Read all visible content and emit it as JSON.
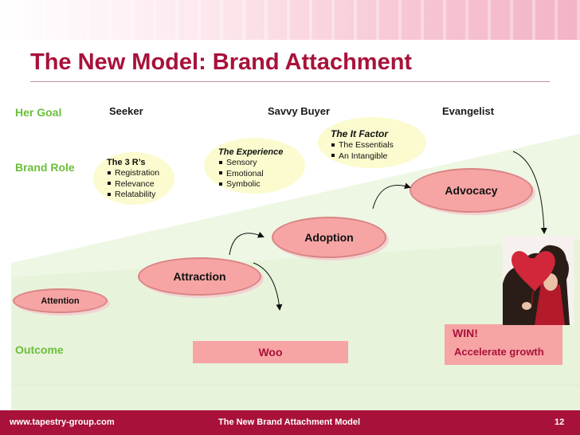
{
  "slide": {
    "title": "The New Model: Brand Attachment",
    "colors": {
      "accent": "#a8123a",
      "green": "#6bbf3a",
      "stage_fill": "#f7a4a4",
      "bubble_fill": "#fbfbcf"
    }
  },
  "rows": {
    "her_goal": "Her Goal",
    "brand_role": "Brand Role",
    "outcome": "Outcome"
  },
  "columns": [
    "Seeker",
    "Savvy Buyer",
    "Evangelist"
  ],
  "bubbles": {
    "three_rs": {
      "title": "The 3 R’s",
      "items": [
        "Registration",
        "Relevance",
        "Relatability"
      ]
    },
    "experience": {
      "title": "The Experience",
      "items": [
        "Sensory",
        "Emotional",
        "Symbolic"
      ]
    },
    "it_factor": {
      "title": "The It Factor",
      "items": [
        "The Essentials",
        "An Intangible"
      ]
    }
  },
  "stages": [
    "Attention",
    "Attraction",
    "Adoption",
    "Advocacy"
  ],
  "outcomes": {
    "woo": "Woo",
    "win_title": "WIN!",
    "win_subtitle": "Accelerate growth"
  },
  "footer": {
    "url": "www.tapestry-group.com",
    "center": "The New Brand Attachment Model",
    "page": "12"
  }
}
